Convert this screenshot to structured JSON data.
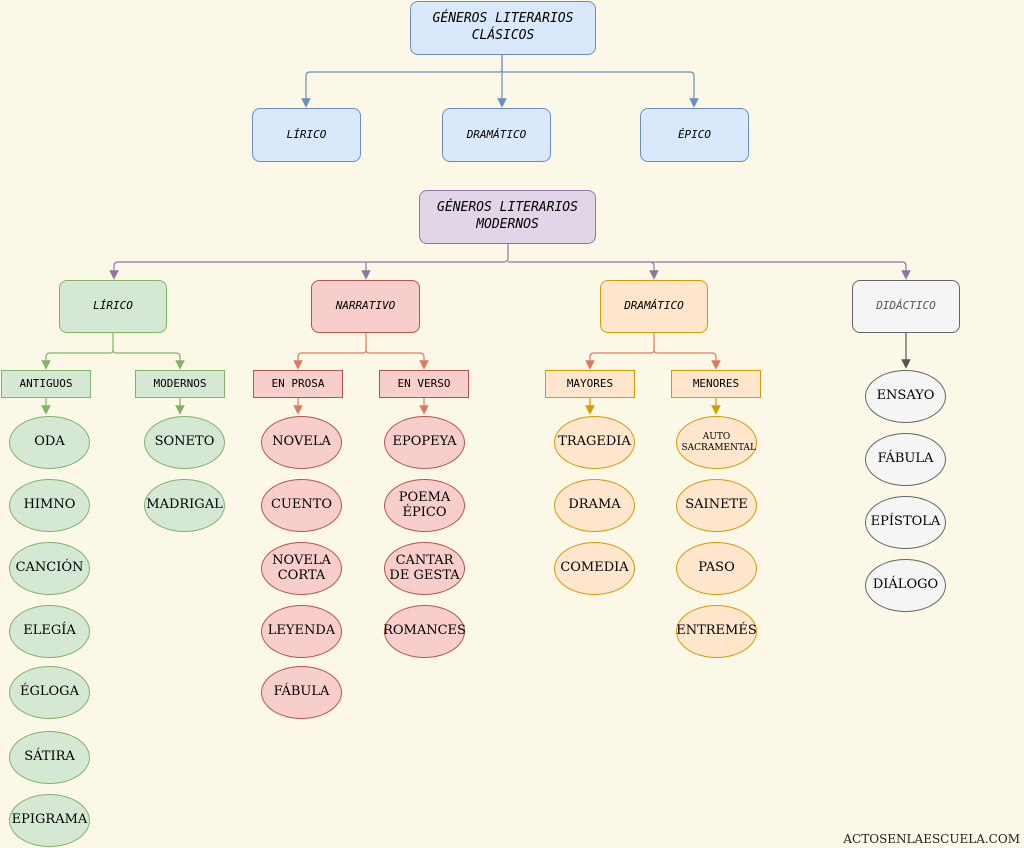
{
  "clasicos": {
    "title": "GÉNEROS LITERARIOS CLÁSICOS",
    "lirico": "LÍRICO",
    "dramatico": "DRAMÁTICO",
    "epico": "ÉPICO"
  },
  "modernos": {
    "title": "GÉNEROS LITERARIOS MODERNOS",
    "lirico": {
      "label": "LÍRICO",
      "antiguos": {
        "label": "ANTIGUOS",
        "items": [
          "ODA",
          "HIMNO",
          "CANCIÓN",
          "ELEGÍA",
          "ÉGLOGA",
          "SÁTIRA",
          "EPIGRAMA"
        ]
      },
      "modernos": {
        "label": "MODERNOS",
        "items": [
          "SONETO",
          "MADRIGAL"
        ]
      }
    },
    "narrativo": {
      "label": "NARRATIVO",
      "prosa": {
        "label": "EN PROSA",
        "items": [
          "NOVELA",
          "CUENTO",
          "NOVELA CORTA",
          "LEYENDA",
          "FÁBULA"
        ]
      },
      "verso": {
        "label": "EN VERSO",
        "items": [
          "EPOPEYA",
          "POEMA ÉPICO",
          "CANTAR DE GESTA",
          "ROMANCES"
        ]
      }
    },
    "dramatico": {
      "label": "DRAMÁTICO",
      "mayores": {
        "label": "MAYORES",
        "items": [
          "TRAGEDIA",
          "DRAMA",
          "COMEDIA"
        ]
      },
      "menores": {
        "label": "MENORES",
        "items": [
          "AUTO SACRAMENTAL",
          "SAINETE",
          "PASO",
          "ENTREMÉS"
        ]
      }
    },
    "didactico": {
      "label": "DIDÁCTICO",
      "items": [
        "ENSAYO",
        "FÁBULA",
        "EPÍSTOLA",
        "DIÁLOGO"
      ]
    }
  },
  "credit": "ACTOSENLAESCUELA.COM",
  "colors": {
    "background": "#fbf8e8",
    "blue": "#6c8ebf",
    "purple": "#9673a6",
    "green": "#82b366",
    "red": "#b85450",
    "orange": "#d79b00",
    "grey": "#666666"
  }
}
